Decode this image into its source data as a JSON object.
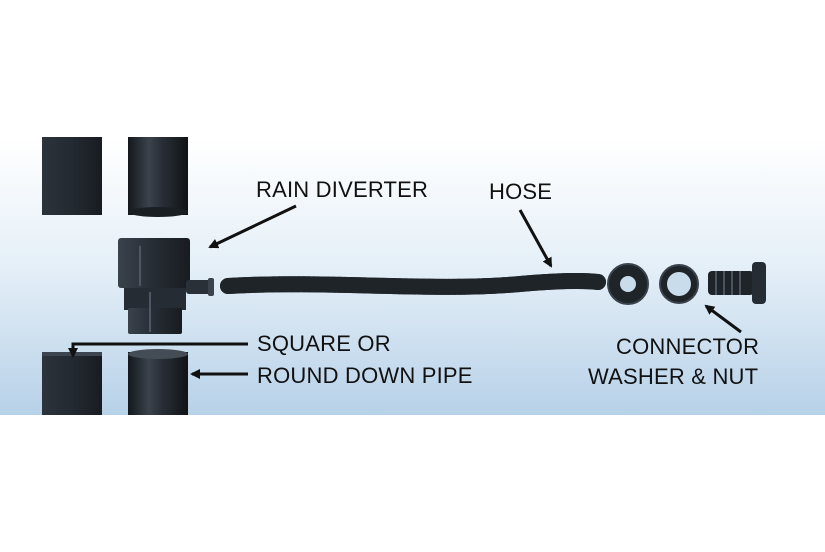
{
  "labels": {
    "rain_diverter": "RAIN DIVERTER",
    "hose": "HOSE",
    "pipe_line1": "SQUARE OR",
    "pipe_line2": "ROUND DOWN PIPE",
    "connector_line1": "CONNECTOR",
    "connector_line2": "WASHER & NUT"
  },
  "colors": {
    "panel_top": "#ffffff",
    "panel_bottom": "#b9d3ea",
    "part": "#1f2429",
    "part_highlight": "#4a5360",
    "text": "#111111"
  },
  "icons": {
    "pipes": "down-pipe-icon",
    "diverter": "rain-diverter-icon",
    "hose": "corrugated-hose-icon",
    "washer": "washer-icon",
    "connector": "connector-nut-icon"
  }
}
